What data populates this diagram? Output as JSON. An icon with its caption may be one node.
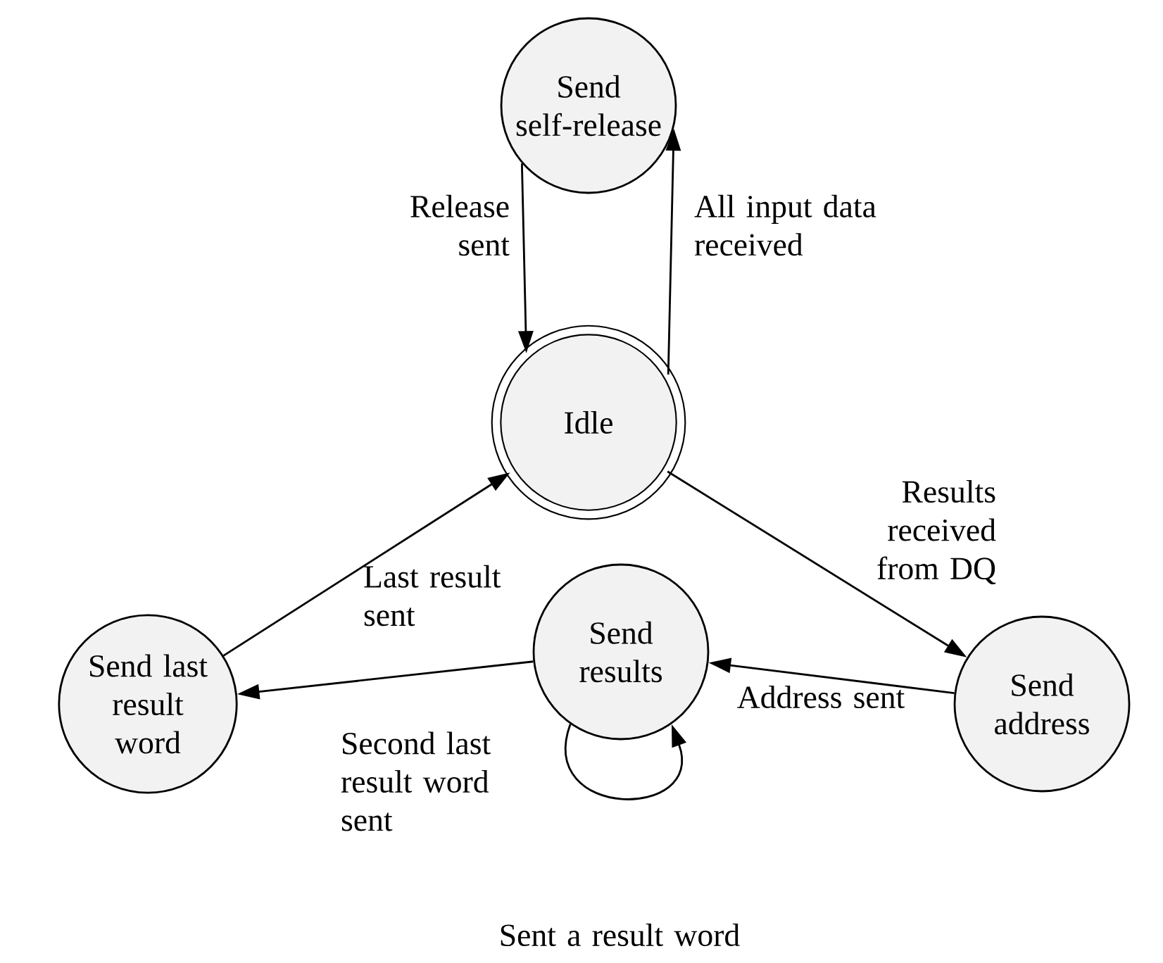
{
  "diagram": {
    "nodes": [
      {
        "text": [
          "Send self-release"
        ]
      },
      {
        "text": [
          "Idle"
        ]
      },
      {
        "text": [
          "Send last result word"
        ]
      },
      {
        "text": [
          "Send results"
        ]
      },
      {
        "text": [
          "Send address"
        ]
      }
    ],
    "edges": [
      {
        "from": 0,
        "to": 1,
        "arrow": "to",
        "label": "Release sent"
      },
      {
        "from": 1,
        "to": 0,
        "arrow": "to",
        "label": "All input data received"
      },
      {
        "from": 1,
        "to": 4,
        "arrow": "to",
        "label": "Results received from DQ"
      },
      {
        "from": 4,
        "to": 3,
        "arrow": "to",
        "label": "Address sent"
      },
      {
        "from": 3,
        "to": 2,
        "arrow": "to",
        "label": "Second last result word sent"
      },
      {
        "from": 3,
        "to": 3,
        "arrow": "to",
        "label": "Sent a result word"
      },
      {
        "from": 2,
        "to": 1,
        "arrow": "to",
        "label": "Last result sent"
      }
    ]
  }
}
